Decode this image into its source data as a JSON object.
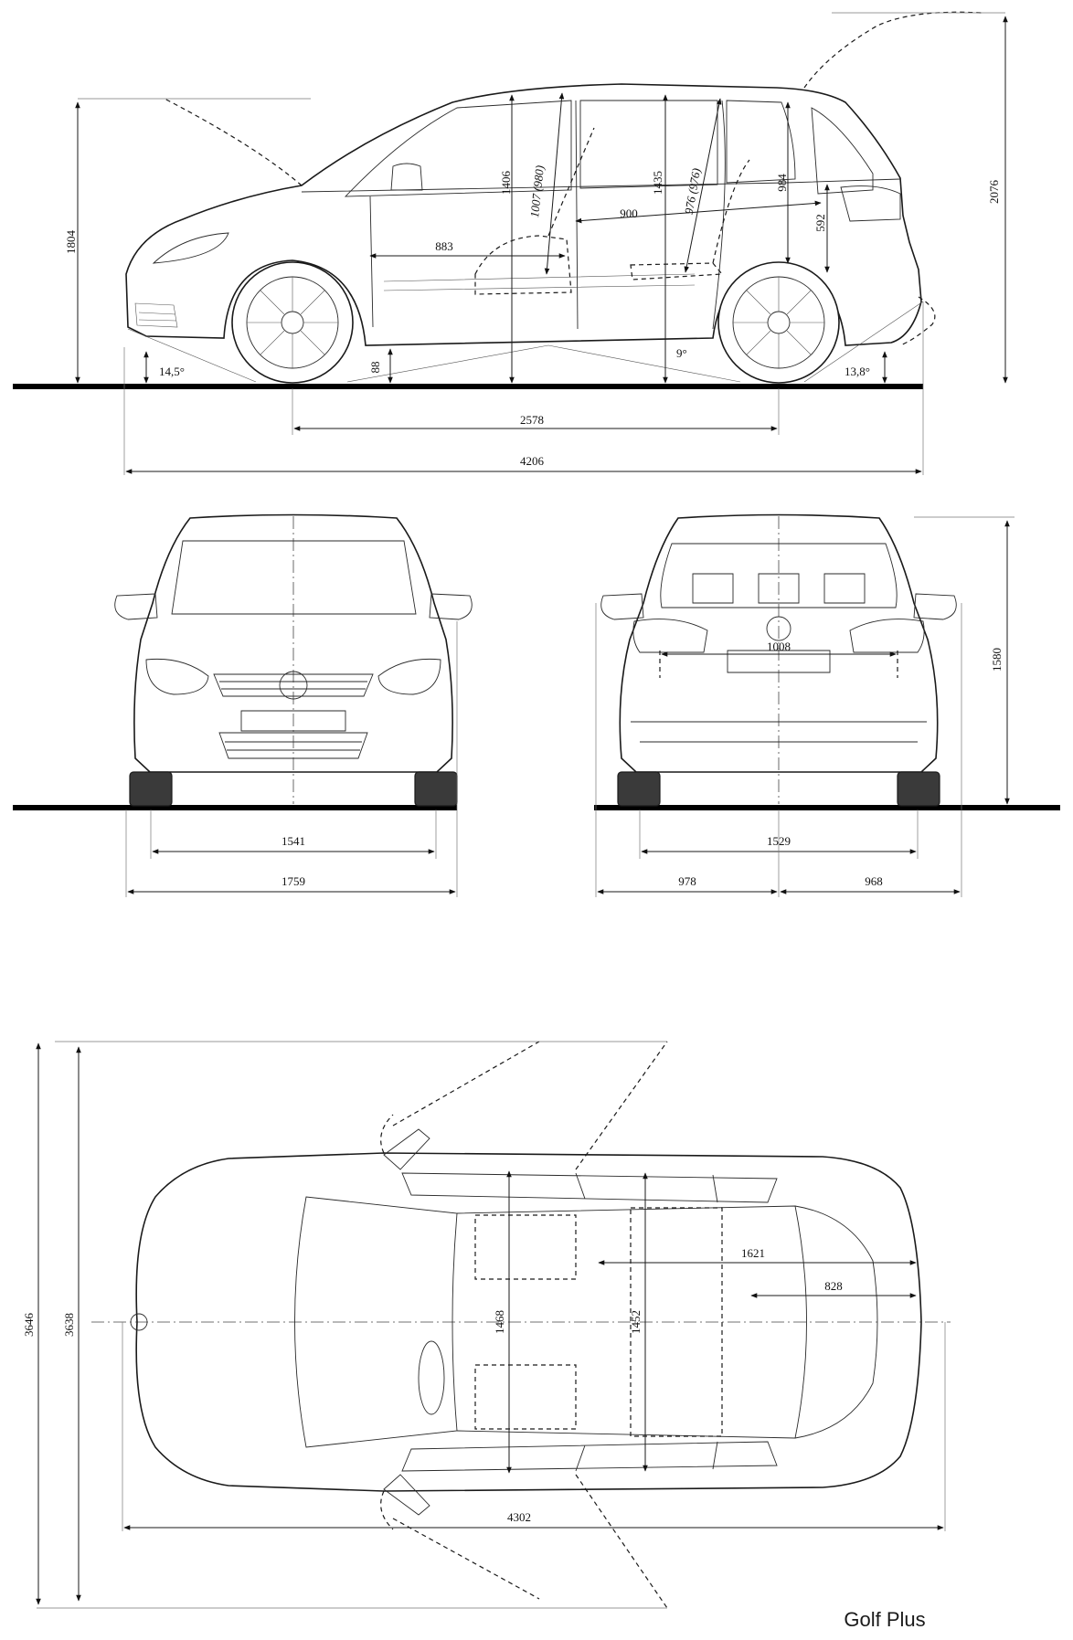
{
  "caption": "Golf Plus",
  "side_view": {
    "height_roof": "1804",
    "height_open_tailgate": "2076",
    "approach_angle": "14,5°",
    "departure_angle": "13,8°",
    "ground_clearance": "88",
    "ramp_angle": "9°",
    "wheelbase": "2578",
    "length": "4206",
    "front_headroom": "1406",
    "front_seat_height": "1007 (980)",
    "rear_headroom": "1435",
    "rear_seat_height": "976 (976)",
    "rear_legroom_ref": "900",
    "front_seat_ref": "883",
    "boot_height": "984",
    "load_sill": "592"
  },
  "front_view": {
    "track": "1541",
    "width": "1759"
  },
  "rear_view": {
    "track": "1529",
    "half_width_left": "978",
    "half_width_right": "968",
    "boot_opening": "1008",
    "height": "1580"
  },
  "top_view": {
    "width_mirrors_open": "3646",
    "width_doors_open": "3638",
    "cabin_width_front": "1468",
    "cabin_width_rear": "1452",
    "cargo_length_max": "1621",
    "cargo_length": "828",
    "length": "4302"
  }
}
